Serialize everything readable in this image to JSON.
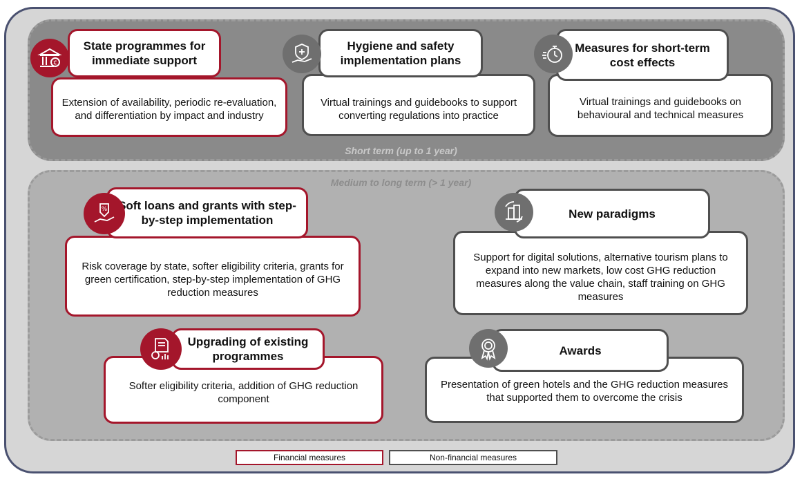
{
  "zones": {
    "short_label": "Short term (up to 1 year)",
    "long_label": "Medium to long term (> 1 year)"
  },
  "measures": {
    "state": {
      "title": "State programmes for immediate support",
      "desc": "Extension of availability, periodic re-evaluation, and differentiation by impact and industry",
      "icon": "bank-euro-icon",
      "type": "financial"
    },
    "hygiene": {
      "title": "Hygiene and safety implementation plans",
      "desc": "Virtual trainings and guidebooks to support converting regulations into practice",
      "icon": "shield-hand-icon",
      "type": "non-financial"
    },
    "cost": {
      "title": "Measures for short-term cost effects",
      "desc": "Virtual trainings and guidebooks on behavioural and technical measures",
      "icon": "stopwatch-icon",
      "type": "non-financial"
    },
    "loans": {
      "title": "Soft loans and grants with step-by-step implementation",
      "desc": "Risk coverage by state, softer eligibility criteria, grants for green certification, step-by-step implementation of GHG reduction measures",
      "icon": "percent-hand-icon",
      "type": "financial"
    },
    "paradigms": {
      "title": "New paradigms",
      "desc": "Support for digital solutions, alternative tourism plans to expand into new markets, low cost GHG reduction measures along the value chain, staff training on GHG measures",
      "icon": "buildings-cycle-icon",
      "type": "non-financial"
    },
    "upgrading": {
      "title": "Upgrading of existing programmes",
      "desc": "Softer eligibility criteria, addition of GHG reduction component",
      "icon": "document-chart-icon",
      "type": "financial"
    },
    "awards": {
      "title": "Awards",
      "desc": "Presentation of green hotels and the GHG reduction measures that supported them to overcome the crisis",
      "icon": "award-badge-icon",
      "type": "non-financial"
    }
  },
  "legend": {
    "financial": "Financial measures",
    "non_financial": "Non-financial measures"
  },
  "colors": {
    "financial": "#a4162b",
    "non_financial": "#4f4f4f",
    "outer_border": "#4a5170"
  }
}
